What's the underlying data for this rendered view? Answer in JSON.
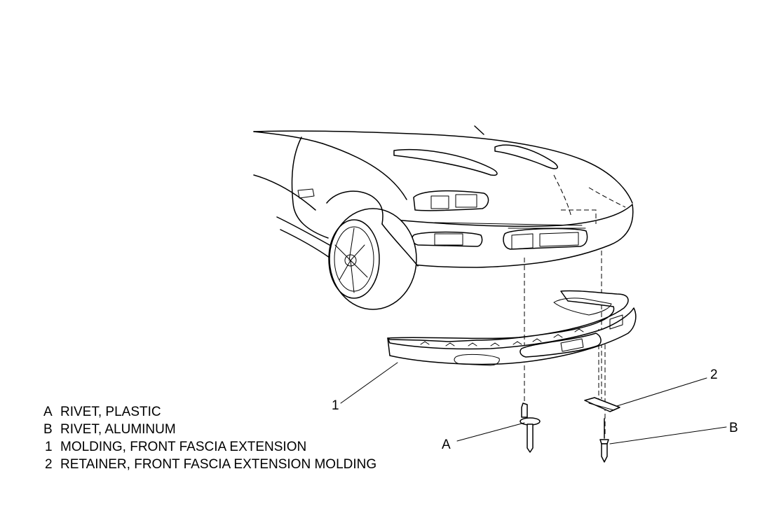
{
  "legend": [
    {
      "key": "A",
      "text": "RIVET, PLASTIC"
    },
    {
      "key": "B",
      "text": "RIVET, ALUMINUM"
    },
    {
      "key": "1",
      "text": "MOLDING, FRONT FASCIA EXTENSION"
    },
    {
      "key": "2",
      "text": "RETAINER, FRONT FASCIA EXTENSION MOLDING"
    }
  ],
  "callouts": {
    "a": "A",
    "b": "B",
    "one": "1",
    "two": "2"
  }
}
